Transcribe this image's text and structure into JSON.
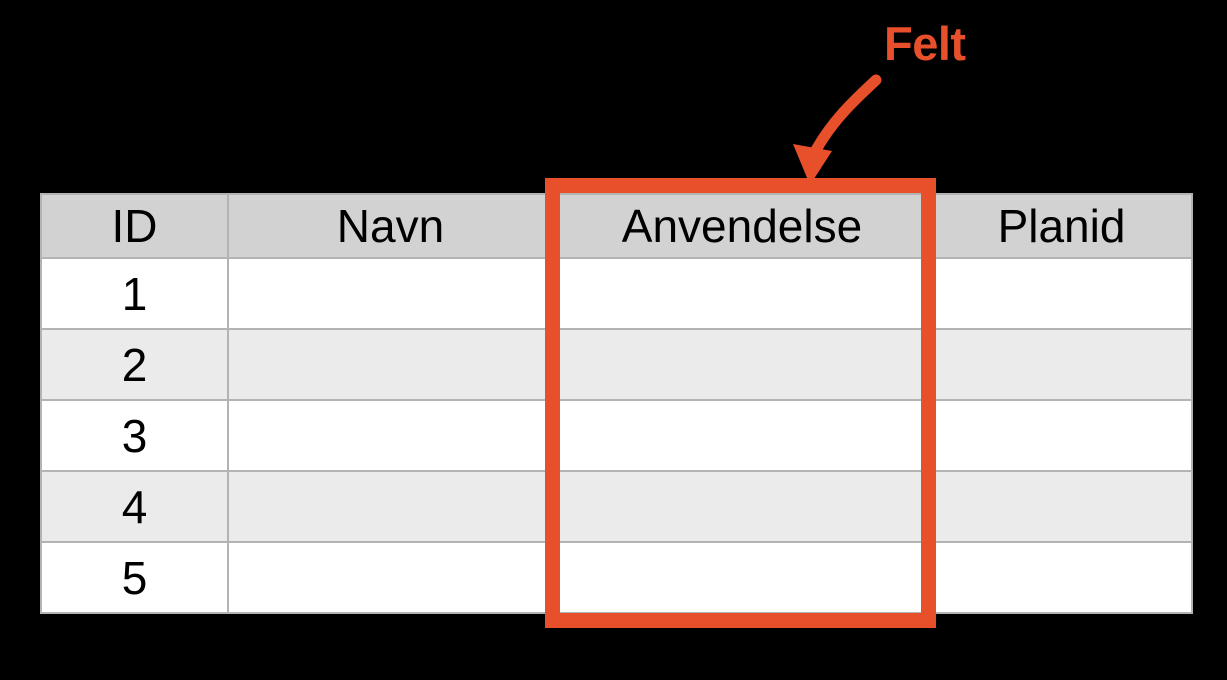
{
  "canvas": {
    "background": "#000000"
  },
  "annotation": {
    "label": "Felt",
    "target_column": "Anvendelse",
    "arrow_icon": "curved-arrow-down-left"
  },
  "table": {
    "headers": [
      "ID",
      "Navn",
      "Anvendelse",
      "Planid"
    ],
    "rows": [
      [
        "1",
        "",
        "",
        ""
      ],
      [
        "2",
        "",
        "",
        ""
      ],
      [
        "3",
        "",
        "",
        ""
      ],
      [
        "4",
        "",
        "",
        ""
      ],
      [
        "5",
        "",
        "",
        ""
      ]
    ]
  },
  "colors": {
    "canvas_bg": "#000000",
    "header_bg": "#D2D2D2",
    "row_bg": "#FFFFFF",
    "row_alt_bg": "#EBEBEB",
    "border": "#B3B3B3",
    "text": "#000000",
    "highlight": "#E8502B"
  }
}
